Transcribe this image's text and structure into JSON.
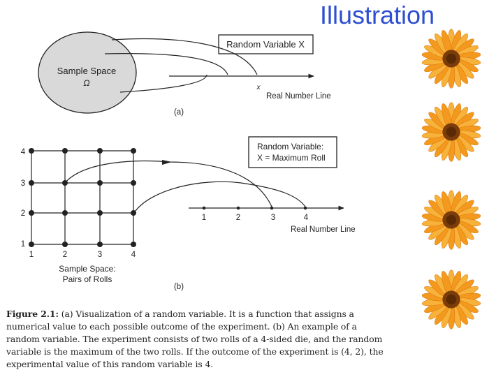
{
  "slide": {
    "title": "Illustration"
  },
  "panel_a": {
    "sample_space_label": "Sample Space",
    "omega_symbol": "Ω",
    "box_label": "Random Variable X",
    "point_label": "x",
    "line_label": "Real Number Line",
    "panel_label": "(a)"
  },
  "panel_b": {
    "grid_y_labels": [
      "4",
      "3",
      "2",
      "1"
    ],
    "grid_x_labels": [
      "1",
      "2",
      "3",
      "4"
    ],
    "sample_space_line1": "Sample Space:",
    "sample_space_line2": "Pairs of Rolls",
    "box_line1": "Random Variable:",
    "box_line2": "X = Maximum Roll",
    "number_line_ticks": [
      "1",
      "2",
      "3",
      "4"
    ],
    "line_label": "Real Number Line",
    "panel_label": "(b)"
  },
  "caption": {
    "figure_label": "Figure 2.1:",
    "text": " (a) Visualization of a random variable. It is a function that assigns a numerical value to each possible outcome of the experiment. (b) An example of a random variable. The experiment consists of two rolls of a 4-sided die, and the random variable is the maximum of the two rolls. If the outcome of the experiment is (4, 2), the experimental value of this random variable is 4."
  },
  "decor": {
    "flower_icon": "daisy-flower-icon",
    "flower_petal_color": "#f39a1e",
    "flower_center_color": "#7a3d0a",
    "title_color": "#2e4fd0",
    "ellipse_fill": "#d9d9d9"
  }
}
